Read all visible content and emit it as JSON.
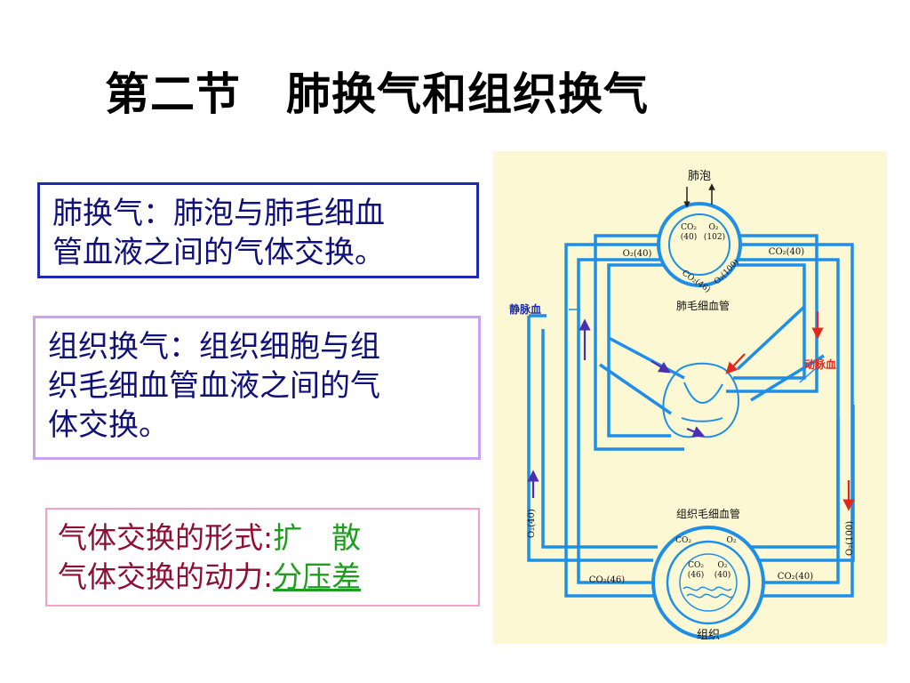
{
  "title": "第二节　肺换气和组织换气",
  "pulmonary_box": {
    "line1": "肺换气：肺泡与肺毛细血",
    "line2": "管血液之间的气体交换。"
  },
  "tissue_box": {
    "line1": "组织换气：组织细胞与组",
    "line2": "织毛细血管血液之间的气",
    "line3": "体交换。"
  },
  "gas_box": {
    "form_label": "气体交换的形式:",
    "form_value": "扩　散",
    "force_label": "气体交换的动力:",
    "force_value": "分压差"
  },
  "diagram": {
    "alveolus": "肺泡",
    "alveolus_co2": "CO₂",
    "alveolus_o2": "O₂",
    "alveolus_co2_val": "(40)",
    "alveolus_o2_val": "(102)",
    "o2_40": "O₂(40)",
    "co2_40_top": "CO₂(40)",
    "co2_46_arc": "CO₂(46)",
    "o2_100_arc": "O₂(100)",
    "pulmonary_capillary": "肺毛细血管",
    "venous_blood": "静脉血",
    "arterial_blood": "动脉血",
    "o2_40_vertical": "O₂(40)",
    "o2_100_vertical": "O₂(100)",
    "tissue_capillary": "组织毛细血管",
    "co2_46_bottom": "CO₂(46)",
    "co2_40_bottom": "CO₂(40)",
    "tissue_co2": "CO₂",
    "tissue_o2": "O₂",
    "tissue_co2_inner": "CO₂",
    "tissue_o2_inner": "O₂",
    "tissue_co2_val": "(46)",
    "tissue_o2_val": "(40)",
    "tissue": "组织",
    "colors": {
      "vessel": "#1e8fe8",
      "venous_arrow": "#4a2fb0",
      "arterial_arrow": "#e0281e",
      "arterial_label": "#e0281e",
      "venous_label": "#1a2aa8",
      "background": "#fcf8d3"
    }
  }
}
